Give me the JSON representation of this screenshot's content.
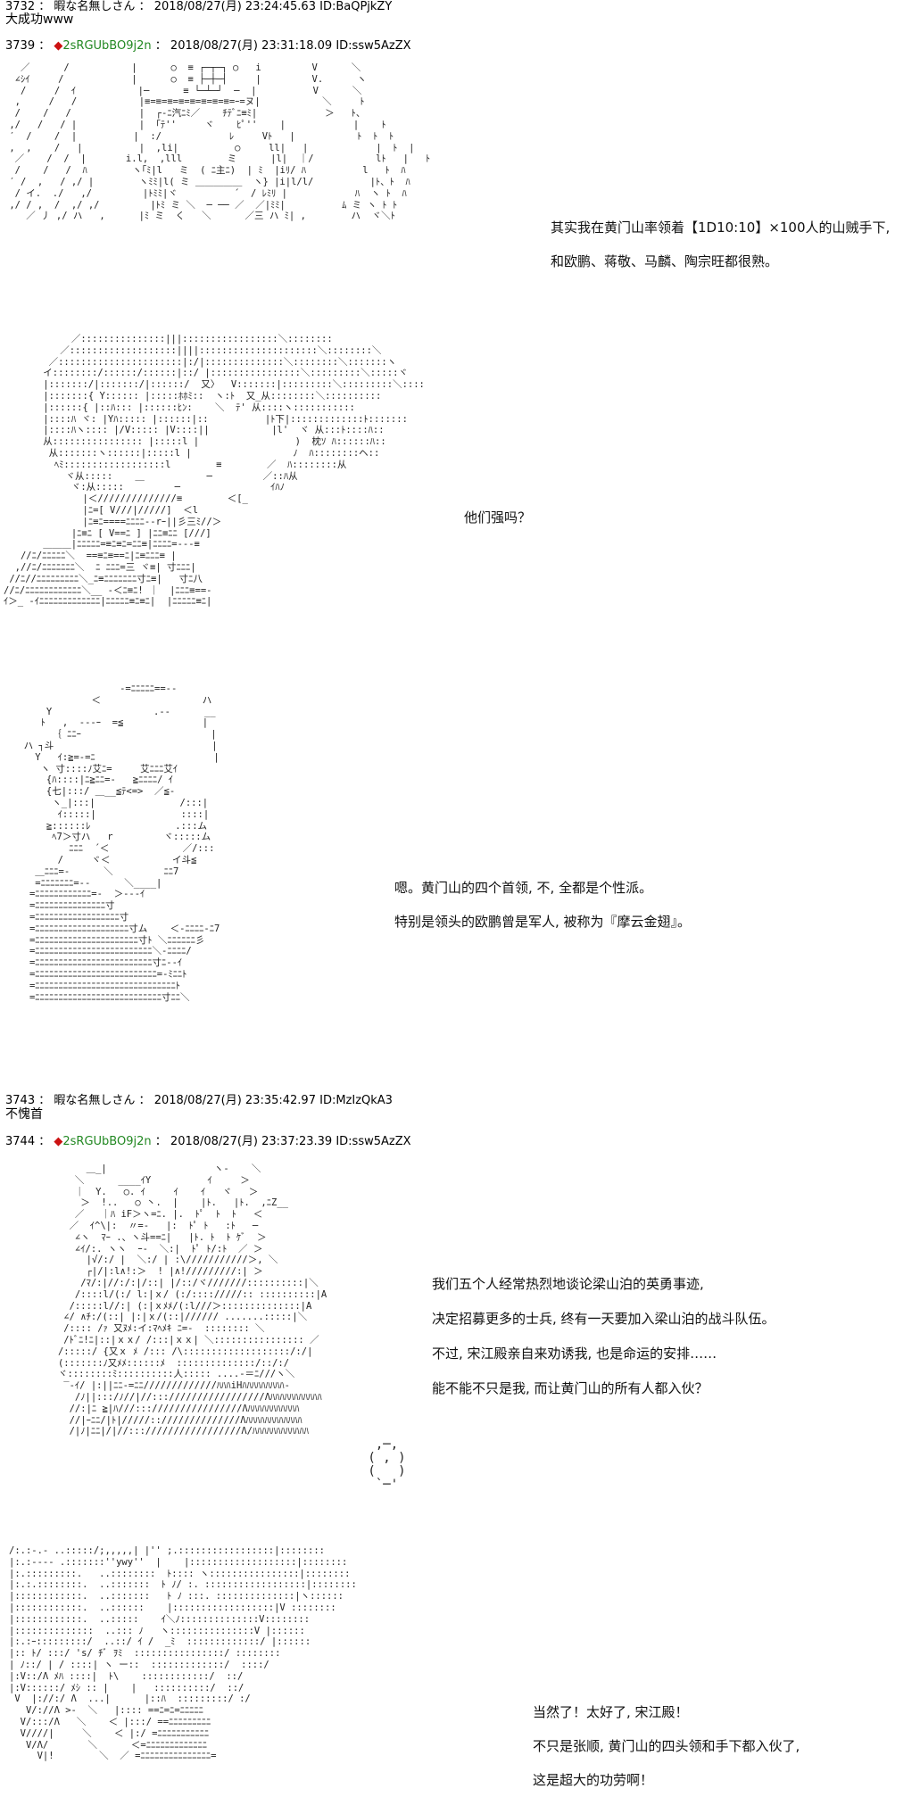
{
  "posts": [
    {
      "number": "3732",
      "sep": "：",
      "name": "暇な名無しさん",
      "sep2": "：",
      "datetime": "2018/08/27(月) 23:24:45.63",
      "id": "ID:BaQPjkZY",
      "body": "大成功www"
    },
    {
      "number": "3739",
      "sep": "：",
      "diamond": "◆",
      "name": "2sRGUbBO9j2n",
      "sep2": "：",
      "datetime": "2018/08/27(月) 23:31:18.09",
      "id": "ID:ssw5AzZX"
    },
    {
      "number": "3743",
      "sep": "：",
      "name": "暇な名無しさん",
      "sep2": "：",
      "datetime": "2018/08/27(月) 23:35:42.97",
      "id": "ID:MzIzQkA3",
      "body": "不愧首"
    },
    {
      "number": "3744",
      "sep": "：",
      "diamond": "◆",
      "name": "2sRGUbBO9j2n",
      "sep2": "：",
      "datetime": "2018/08/27(月) 23:37:23.39",
      "id": "ID:ssw5AzZX"
    }
  ],
  "panels": [
    {
      "lines": [
        "其实我在黄门山率领着【1D10:10】×100人的山贼手下,",
        "和欧鹏、蒋敬、马麟、陶宗旺都很熟。"
      ]
    },
    {
      "lines": [
        "他们强吗？"
      ]
    },
    {
      "lines": [
        "嗯。黄门山的四个首领, 不, 全都是个性派。",
        "特别是领头的欧鹏曾是军人, 被称为『摩云金翅』。"
      ]
    },
    {
      "lines": [
        "我们五个人经常热烈地谈论梁山泊的英勇事迹,",
        "决定招募更多的士兵, 终有一天要加入梁山泊的战斗队伍。",
        "不过, 宋江殿亲自来劝诱我, 也是命运的安排……",
        "能不能不只是我, 而让黄门山的所有人都入伙？"
      ]
    },
    {
      "lines": [
        "当然了！太好了, 宋江殿！",
        "不只是张顺, 黄门山的四头领和手下都入伙了,",
        "这是超大的功劳啊！"
      ]
    }
  ],
  "art": {
    "a1": "   ／      /           |      ○  ≡ ┌─┬─┐ ○   i         V      ＼\n  ∠ｼｲ     /            |      ○  ≡ ├─┼─┤     |         V.      ヽ\n   /     /  ｲ           |─      ≡ └─┴─┘  ─  |          V      ＼\n  ,     /   /           |≡=≡=≡=≡=≡=≡=≡=≡=ｰ=ヌ|           ＼     ﾄ\n  /    /   /            |  ┌-ﾆ汽ﾆﾐ／    ﾁﾃﾞﾆ≡ﾐ|            ＞   ﾄ、\n ,/   /   / |           |  ｢ﾃ''     ヾ    ﾋﾟ''    |            |    ﾄ\n ′  /    /  |          |  :/            ﾚ     Vﾄ   |           ﾄ  ﾄ  ﾄ\n ,  ,    /   |          |  ,li|          ○     ll|   |            |  ﾄ  |\n  ／    /  /  |       i.l,  ,lll        ミ      |l|  ｜/           lﾄ   |   ﾄ\n  /    /   /  ﾊ        ヽ｢ﾐ|l   ミ  ( ﾆ主ﾆ)  | ﾐ  |iﾘ/ ﾊ          l   ﾄ  ﾊ\n ′ /  ,   / ,/ |        ヽﾐﾐ|l( ミ ＿＿＿＿＿  ヽ} |i|l/l/          |ﾄ、ﾄ  ﾊ\n  / イ.  ./   ,/         |ﾄﾐﾐ|ヾ          ´  / ﾚﾐﾘ |            ﾊ  ヽ ﾄ  ﾊ\n ,/ / ,  /  ,/ ,/         |ﾄﾐ ミ ＼  ─ ── ／  ／|ﾐﾐ|          ﾑ ミ ヽ ﾄ ﾄ\n    ／ 丿 ,/ ハ   ,      |ﾐ ミ  く   ＼      ／三 ハ ﾐ| ,        ハ  ヾ＼ﾄ",
    "a2": "            ／:::::::::::::::|||:::::::::::::::::＼::::::::\n          ／:::::::::::::::::::||||:::::::::::::::::::::＼::::::::＼\n        ／::::::::::::::::::::::|:/|::::::::::::::＼::::::::＼:::::::ヽ\n       イ::::::::/::::::/::::::|::/ |::::::::::::::::＼:::::::::＼:::::ヾ\n       |:::::::/|:::::::/|::::::/  又〉  V:::::::|:::::::::＼:::::::::＼::::\n       |:::::::{ Y:::::: |:::::ﾎﾎﾐ::  ヽ:ﾄ  又_从::::::::＼::::::::::\n       |::::::{ |::ﾊ::: |::::::ﾋﾝ:    ＼  ﾃ' 从::::ヽ:::::::::::\n       |::::ﾊ ヾ: |Yﾊ::::: |::::::|::          |ﾄ下|:::::::::::::ﾄ:::::::\n       |::::ﾊヽ:::: |/V::::: |V::::||           |l'  ヾ 从:::ﾄ::::ﾊ::\n       从:::::::::::::::: |:::::l |                 )  枕ｿ ﾊ::::::ﾊ::\n        从:::::::ヽ::::::|:::::l |                  ﾉ  ﾊ::::::::ヘ::\n         ﾍﾐ::::::::::::::::::l        ≡        ／  ﾊ::::::::从\n           ヾ从:::::    ＿           ─         ／::ﾊ从\n            ヾ:从:::::         ─                ｲﾊﾉ\n              |＜//////////////≡        ＜[_\n              |ﾆ=[ V///|/////]  ＜l\n              |ﾆ≡ﾆ====ﾆﾆﾆﾆ--rｰ||彡三ﾐ//＞\n            |ﾆ≡ﾆ [ V==ﾆ ] |ﾆﾆ≡ﾆﾆ [///]\n       ＿＿＿|ﾆﾆﾆﾆﾆ=≡ﾆ≡ﾆ=ﾆﾆ≡|ﾆﾆﾆﾆ=---≡\n   //ﾆ/ﾆﾆﾆﾆﾆ＼  ==≡ﾆ≡==ﾆ|ﾆ≡ﾆﾆﾆ≡ |\n  ,//ﾆ/ﾆﾆﾆﾆﾆﾆﾆ＼  ﾆ ﾆﾆﾆ=三 ヾ≡| 寸ﾆﾆﾆ|\n //ﾆ//ﾆﾆﾆﾆﾆﾆﾆﾆﾆ＼_ﾆ≡ﾆﾆﾆﾆﾆﾆﾆ寸ﾆ≡|   寸ﾆ八\n//ﾆ/ﾆﾆﾆﾆﾆﾆﾆﾆﾆﾆﾆﾆ＼__ -＜ﾆ≡ﾆ! ｜  |ﾆﾆﾆ≡==-\nｲ＞_ -ｲﾆﾆﾆﾆﾆﾆﾆﾆﾆﾆﾆﾆﾆ|ﾆﾆﾆﾆﾆ≡ﾆ≡ﾆ|  |ﾆﾆﾆﾆﾆ≡ﾆ|",
    "a3": "                   -=ﾆﾆﾆﾆﾆ==--\n              ＜                  ハ\n      Y                  .--      __\n     ﾄ   ,  ---ｰ  =≦              |\n       ｛ ﾆﾆｰ                       |\n  ハ ┐斗                            |\n    Y   ｲ:≧=-=ﾆ                     |\n     ヽ 寸::::ﾉ艾ﾆ=     艾ﾆﾆﾆ艾ｲ\n      {ﾊ::::|ﾆ≧ﾆﾆ=-   ≧ﾆﾆﾆﾆ/ ｲ\n      {七|:::/ ＿__≦ﾃ<=>  ／≦-\n       ヽ_|:::|               /:::|\n        ｲ:::::|               ::::|\n      ≧::::::ﾚ               .:::ム\n       ﾍ7＞寸ハ   r         ヾ:::::ム\n          ﾆﾆﾆ  ´＜             ／/:::\n        /     ヾ＜           イ斗≦\n    ＿ﾆﾆﾆ=-      ＼         ﾆﾆ7\n    =ﾆﾆﾆﾆﾆﾆﾆ=--      ＼____|\n   =ﾆﾆﾆﾆﾆﾆﾆﾆﾆﾆﾆﾆ=-  ＞---ｲ\n   =ﾆﾆﾆﾆﾆﾆﾆﾆﾆﾆﾆﾆﾆﾆﾆ寸\n   =ﾆﾆﾆﾆﾆﾆﾆﾆﾆﾆﾆﾆﾆﾆﾆﾆﾆﾆ寸\n   =ﾆﾆﾆﾆﾆﾆﾆﾆﾆﾆﾆﾆﾆﾆﾆﾆﾆﾆﾆﾆ寸ム    ＜-ﾆﾆﾆﾆ-ﾆ7\n   =ﾆﾆﾆﾆﾆﾆﾆﾆﾆﾆﾆﾆﾆﾆﾆﾆﾆﾆﾆﾆﾆﾆ寸ﾄ ＼ﾆﾆﾆﾆﾆﾆ彡\n   =ﾆﾆﾆﾆﾆﾆﾆﾆﾆﾆﾆﾆﾆﾆﾆﾆﾆﾆﾆﾆﾆﾆﾆﾆﾆ＼-ﾆﾆﾆﾆ/\n   =ﾆﾆﾆﾆﾆﾆﾆﾆﾆﾆﾆﾆﾆﾆﾆﾆﾆﾆﾆﾆﾆﾆﾆﾆﾆ寸ﾆ--ｲ\n   =ﾆﾆﾆﾆﾆﾆﾆﾆﾆﾆﾆﾆﾆﾆﾆﾆﾆﾆﾆﾆﾆﾆﾆﾆﾆﾆ=-ﾐﾆﾆﾄ\n   =ﾆﾆﾆﾆﾆﾆﾆﾆﾆﾆﾆﾆﾆﾆﾆﾆﾆﾆﾆﾆﾆﾆﾆﾆﾆﾆﾆﾆﾆﾆﾄ\n   =ﾆﾆﾆﾆﾆﾆﾆﾆﾆﾆﾆﾆﾆﾆﾆﾆﾆﾆﾆﾆﾆﾆﾆﾆﾆﾆﾆ寸ﾆﾆ＼",
    "a4": "        ＿_|                   ヽ-    ＼\n      ＼      ____ｲY          ｲ     ＞\n      ｜  Y.   ○. ｲ     ｲ    ｲ   ヾ   ＞\n       ＞  !..   ○ 丶.  |    |ﾄ.   |ﾄ.  ,ﾆZ__\n      ／   ｜ﾊ iF＞ヽ=ﾆ. |.  ﾄﾟ  ﾄ  ﾄ   ＜\n     ／  ｲ^\\|:  〃=-   |:  ﾄﾟ ﾄ   :ﾄ   ─\n      ∠ヽ  ﾏｰ .、ヽ斗==ﾆ|   |ﾄ. ﾄ  ﾄ ｹﾞ  ＞\n      ∠ｲ/:. ヽヽ  ｰ-  ＼:|  ﾄﾟ ﾄ/:ﾄ  ／ ＞\n        |√/:/ |  ＼:/ | :\\///////////＞, ＼\n        ┌|/|:l∧!:＞  ! |∧!/////////:| ＞\n       /ﾏ/:|//:/:|/::| |/::/ヾ///////::::::::::|＼\n      /::::l/(:/ l:|ｘ/ (:/:::://///:: ::::::::::|A\n     /:::::l//:| (:|ｘﾒﾒ/(:l///＞::::::::::::::|A\n    ∠/ ∧ﾁ:/(::| |:|ｘ/(::|////// .......:::::|＼\n    /:::: /ｧ 又ﾇﾒ:イ:ﾏﾍﾒｷ ﾆ=-  :::::::: ＼\n    /ﾄﾞﾆ!ﾆ|::|ｘｘ/ /:::|ｘｘ| ＼:::::::::::::::: ／\n   /:::::/ {又ｘ ﾒ /::: /\\:::::::::::::::::::/:/|\n   (:::::::ﾉ又ﾒﾒ::::::ﾒ  ::::::::::::::/::/:/\n   ヾ::::::::ﾐ::::::::::人::::: ....-＝ﾆ///ヽ＼\n    ‾-ｲ/ |:||ﾆﾆ-=ﾆﾆ/////////////ﾊﾊﾊiHﾊﾊﾊﾊﾊﾊﾊﾊﾊ-\n      /ﾉ||:::/ﾉ//|//::://///////////////Λﾊﾊﾊﾊﾊﾊﾊﾊﾊﾊﾊ\n     //:|ﾆ ≧|ﾊ///:::////////////////Λﾊﾊﾊﾊﾊﾊﾊﾊﾊﾊﾊ\n     //|ｰﾆﾆ/|ﾄ|/////:://////////////Λﾊﾊﾊﾊﾊﾊﾊﾊﾊﾊﾊﾊ\n     /|ﾉ|ﾆﾆ|/|//::://///////////////Λ/ﾊﾊﾊﾊﾊﾊﾊﾊﾊﾊﾊﾊ",
    "a4cup": "  ,─,\n ( , )\n (   )\n  `─'",
    "a5": "/:.:-.- ..:::::/;,,,,,| |'' ;.:::::::::::::::::|::::::::\n|:.:---- .:::::::''ywy''  |    |:::::::::::::::::::|::::::::\n|:.:::::::::.   ..::::::::  ﾄ:::: ヽ::::::::::::::::|::::::::\n|:.:.::::::::.  ..:::::::  ﾄ ﾉ/ :. ::::::::::::::::::|::::::::\n|::::::::::::.  ..:::::::   ﾄ ﾉ :::. ::::::::::::::|ヽ::::::\n|::::::::::::.  ..::::::    |::::::::::::::::::|V ::::::::\n|::::::::::::.  ..:::::    ｲ＼ﾉ::::::::::::::V::::::::\n|::::::::::::::  ..::: ﾉ   ヽ:::::::::::::::V |::::::\n|:.:ｰ:::::::::/  ..::/ ｲ /  _ﾐ  :::::::::::::/ |::::::\n|:: ﾄ/ :::/ 's/ ﾁﾞ ｦﾐ  ::::::::::::::::/ ::::::::\n| ﾉ::/ | / ::::| ヽ ー::  :::::::::::::/  ::::/\n|:V::/Λ ﾒﾊ ::::|  ﾄ\\    ::::::::::::/  ::/\n|:V::::::/ ﾒｼ :: |    |   ::::::::::/  ::/\n V  |://:/ Λ  ...|      |::ﾊ  :::::::::/ :/\n   V/://Λ >-  ＼   |:::: ==ﾆ=ﾆ=ﾆﾆﾆﾆﾆ\n  V/:::/Λ   ＼    ＜ |:::/ ==ﾆﾆﾆﾆﾆﾆﾆﾆﾆ\n  V////|     ＼    ＜ |:/ =ﾆﾆﾆﾆﾆﾆﾆﾆﾆﾆﾆ\n   V/Λ/       ＼      ＜=ﾆﾆﾆﾆﾆﾆﾆﾆﾆﾆﾆﾆﾆ\n     V|!        ＼  ／ =ﾆﾆﾆﾆﾆﾆﾆﾆﾆﾆﾆﾆﾆﾆﾆ="
  }
}
